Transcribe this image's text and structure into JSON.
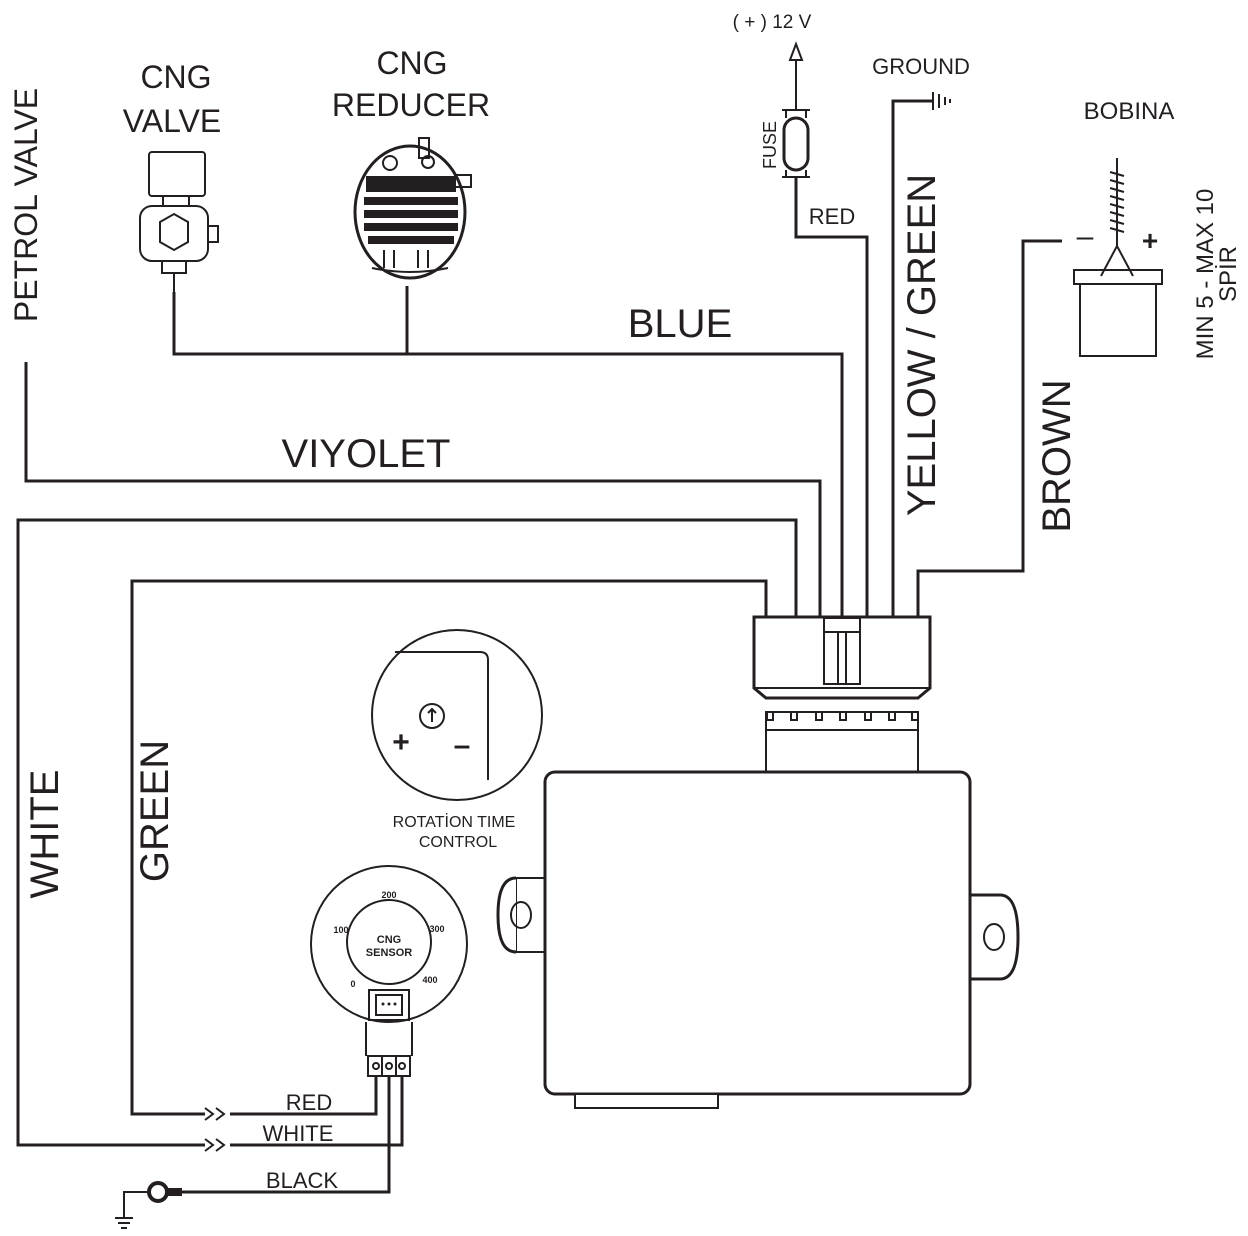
{
  "components": {
    "petrol_valve": "PETROL VALVE",
    "cng_valve_line1": "CNG",
    "cng_valve_line2": "VALVE",
    "cng_reducer_line1": "CNG",
    "cng_reducer_line2": "REDUCER",
    "power": "( + ) 12 V",
    "fuse": "FUSE",
    "ground": "GROUND",
    "bobina": "BOBINA",
    "bobina_note_line1": "MIN 5 - MAX 10",
    "bobina_note_line2": "SPİR",
    "coil_minus": "–",
    "coil_plus": "+",
    "rotation_plus": "+",
    "rotation_minus": "–",
    "rotation_line1": "ROTATİON TIME",
    "rotation_line2": "CONTROL",
    "sensor_line1": "CNG",
    "sensor_line2": "SENSOR",
    "scale": [
      "0",
      "100",
      "200",
      "300",
      "400"
    ]
  },
  "wires": {
    "blue": "BLUE",
    "viyolet": "VIYOLET",
    "white": "WHITE",
    "green": "GREEN",
    "red_fuse": "RED",
    "yellow_green": "YELLOW / GREEN",
    "brown": "BROWN",
    "sensor_red": "RED",
    "sensor_white": "WHITE",
    "sensor_black": "BLACK"
  }
}
